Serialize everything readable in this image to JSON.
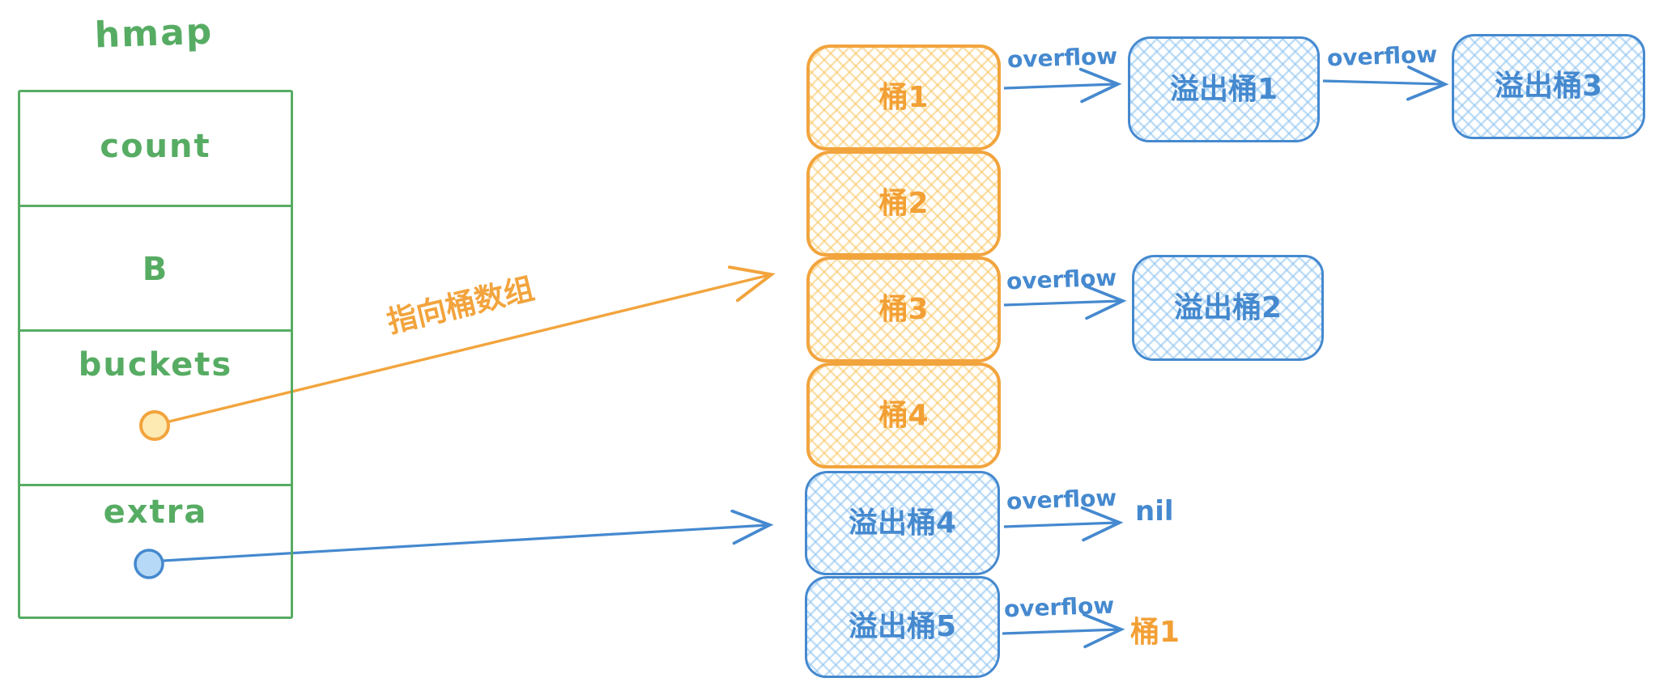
{
  "hmap": {
    "title": "hmap",
    "fields": [
      "count",
      "B",
      "buckets",
      "extra"
    ]
  },
  "bucket_array": {
    "bucket1": "桶1",
    "bucket2": "桶2",
    "bucket3": "桶3",
    "bucket4": "桶4"
  },
  "overflow_buckets": {
    "overflow1": "溢出桶1",
    "overflow2": "溢出桶2",
    "overflow3": "溢出桶3",
    "overflow4": "溢出桶4",
    "overflow5": "溢出桶5"
  },
  "labels": {
    "buckets_pointer": "指向桶数组",
    "overflow": "overflow",
    "nil": "nil",
    "bucket1_ref": "桶1"
  },
  "edges": [
    {
      "from": "hmap.buckets",
      "to": "桶数组",
      "label": "指向桶数组"
    },
    {
      "from": "hmap.extra",
      "to": "溢出桶4",
      "label": ""
    },
    {
      "from": "桶1",
      "to": "溢出桶1",
      "label": "overflow"
    },
    {
      "from": "溢出桶1",
      "to": "溢出桶3",
      "label": "overflow"
    },
    {
      "from": "桶3",
      "to": "溢出桶2",
      "label": "overflow"
    },
    {
      "from": "溢出桶4",
      "to": "nil",
      "label": "overflow"
    },
    {
      "from": "溢出桶5",
      "to": "桶1",
      "label": "overflow"
    }
  ],
  "colors": {
    "green": "#57ac63",
    "orange": "#f2a43d",
    "orange_fill_hatch": "#fac35a",
    "blue": "#4589cf",
    "blue_fill_hatch": "#8cc3f0",
    "background": "#ffffff"
  }
}
